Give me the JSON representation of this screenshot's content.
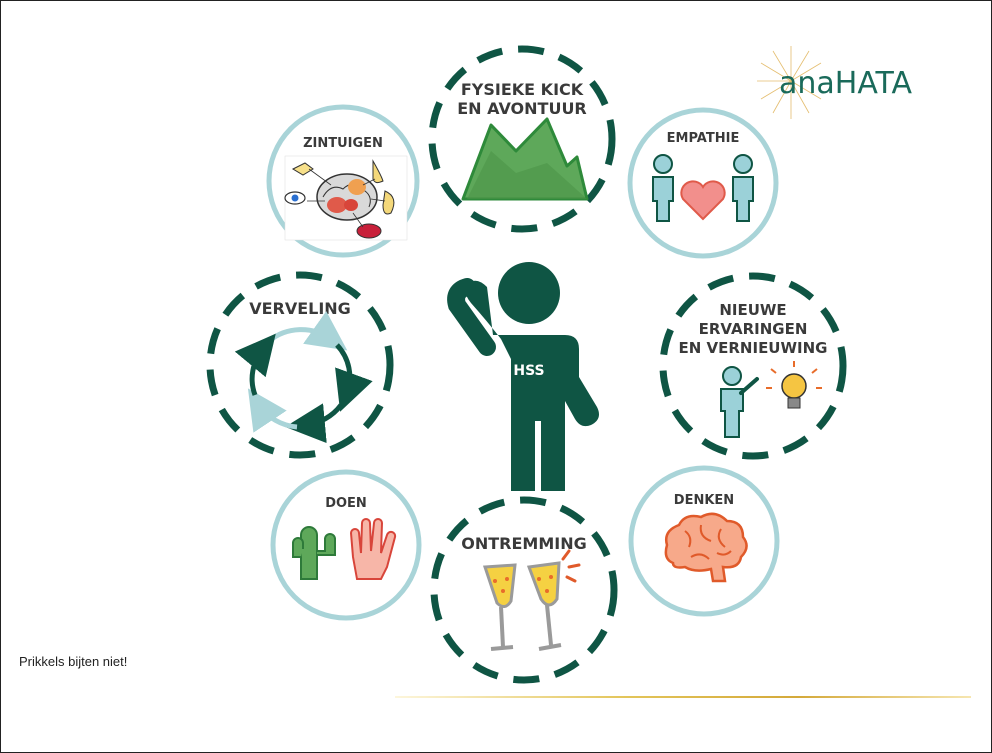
{
  "center": {
    "label": "HSS"
  },
  "nodes": {
    "zintuigen": "ZINTUIGEN",
    "fysieke_line1": "FYSIEKE KICK",
    "fysieke_line2": "EN AVONTUUR",
    "empathie": "EMPATHIE",
    "verveling": "VERVELING",
    "nieuwe_line1": "NIEUWE",
    "nieuwe_line2": "ERVARINGEN",
    "nieuwe_line3": "EN VERNIEUWING",
    "doen": "DOEN",
    "ontremming": "ONTREMMING",
    "denken": "DENKEN"
  },
  "logo": {
    "text": "anaHATA"
  },
  "caption": "Prikkels bijten niet!",
  "colors": {
    "dark_green": "#0f5544",
    "light_blue": "#a9d4d8",
    "green_fill": "#5ea85a",
    "heart": "#f28f8c",
    "figure_blue": "#9bd1d8",
    "gold": "#d4a93a"
  }
}
